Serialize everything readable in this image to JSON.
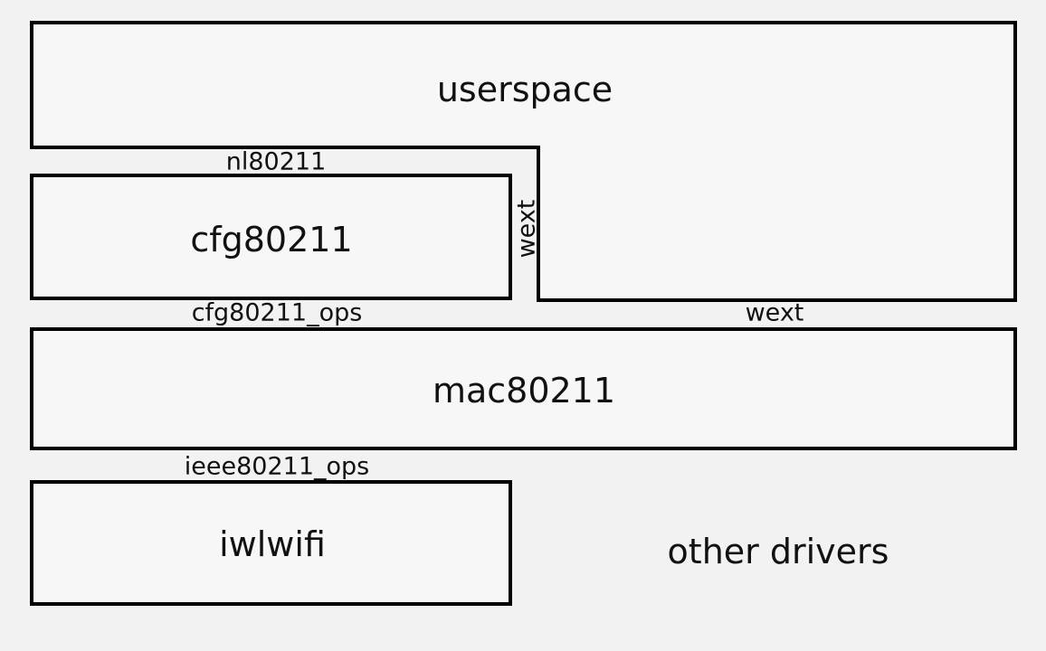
{
  "diagram": {
    "nodes": {
      "userspace": {
        "label": "userspace"
      },
      "cfg80211": {
        "label": "cfg80211"
      },
      "mac80211": {
        "label": "mac80211"
      },
      "iwlwifi": {
        "label": "iwlwifi"
      },
      "other_drivers": {
        "label": "other drivers"
      }
    },
    "interfaces": {
      "nl80211": {
        "label": "nl80211"
      },
      "wext_vertical": {
        "label": "wext"
      },
      "cfg80211_ops": {
        "label": "cfg80211_ops"
      },
      "wext": {
        "label": "wext"
      },
      "ieee80211_ops": {
        "label": "ieee80211_ops"
      }
    }
  },
  "colors": {
    "background": "#f2f2f2",
    "box_fill": "#f7f7f7",
    "line": "#000000",
    "text": "#111111"
  }
}
